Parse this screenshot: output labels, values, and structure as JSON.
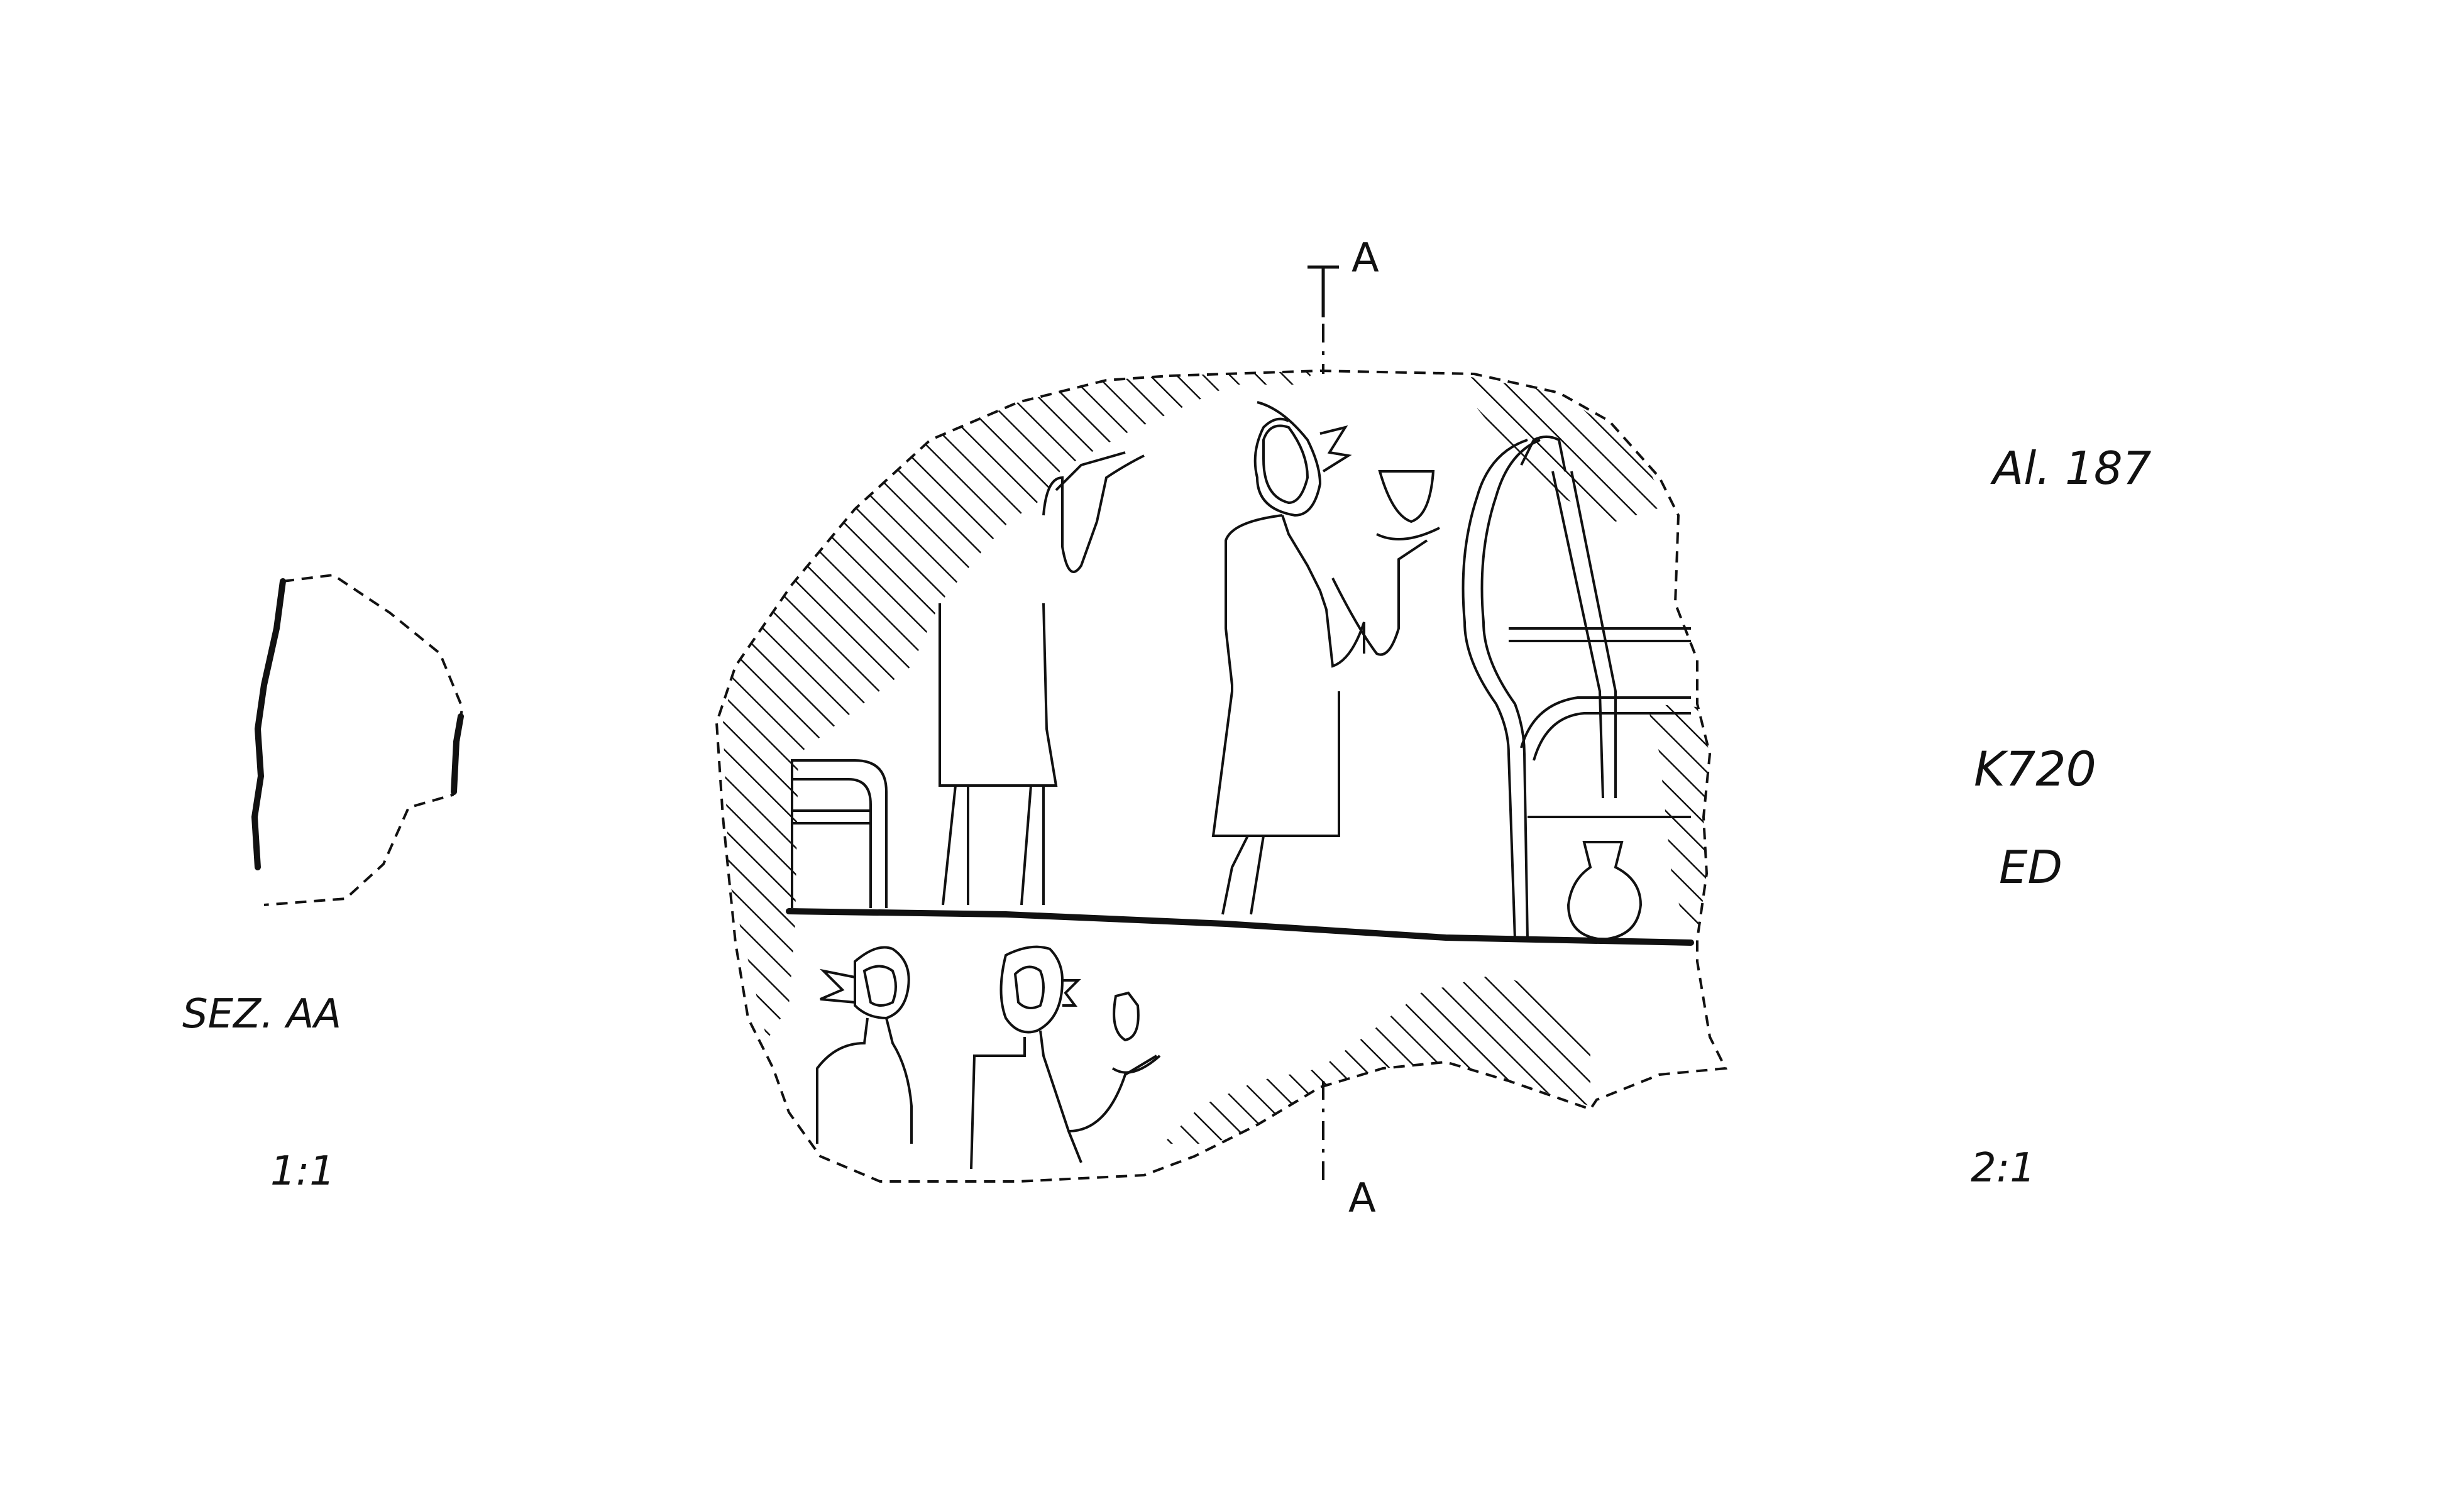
{
  "section": {
    "label": "SEZ. AA",
    "scale": "1:1"
  },
  "cut_markers": {
    "top": "A",
    "bottom": "A"
  },
  "catalog": {
    "id": "Al. 187",
    "code": "K720",
    "sub": "ED",
    "scale": "2:1"
  }
}
